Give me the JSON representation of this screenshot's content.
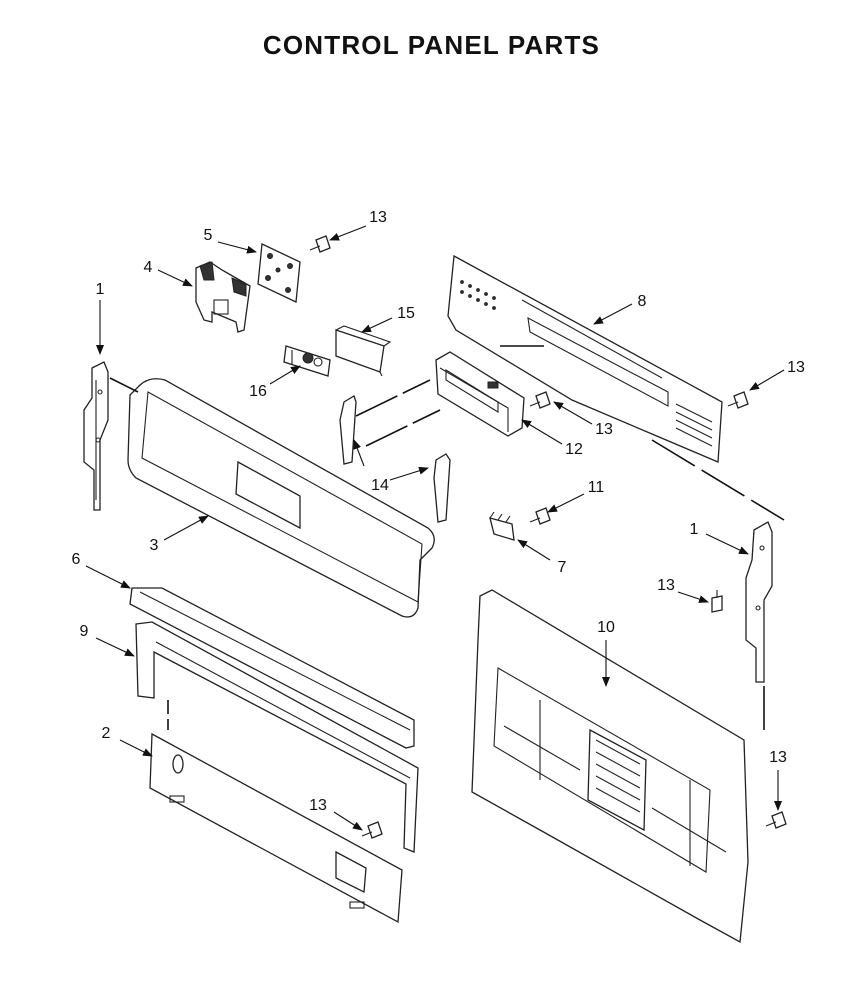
{
  "title": "CONTROL PANEL PARTS",
  "callouts": {
    "c1a": "1",
    "c1b": "1",
    "c2": "2",
    "c3": "3",
    "c4": "4",
    "c5": "5",
    "c6": "6",
    "c7": "7",
    "c8": "8",
    "c9": "9",
    "c10": "10",
    "c11": "11",
    "c12": "12",
    "c13a": "13",
    "c13b": "13",
    "c13c": "13",
    "c13d": "13",
    "c13e": "13",
    "c13f": "13",
    "c14": "14",
    "c15": "15",
    "c16": "16"
  }
}
